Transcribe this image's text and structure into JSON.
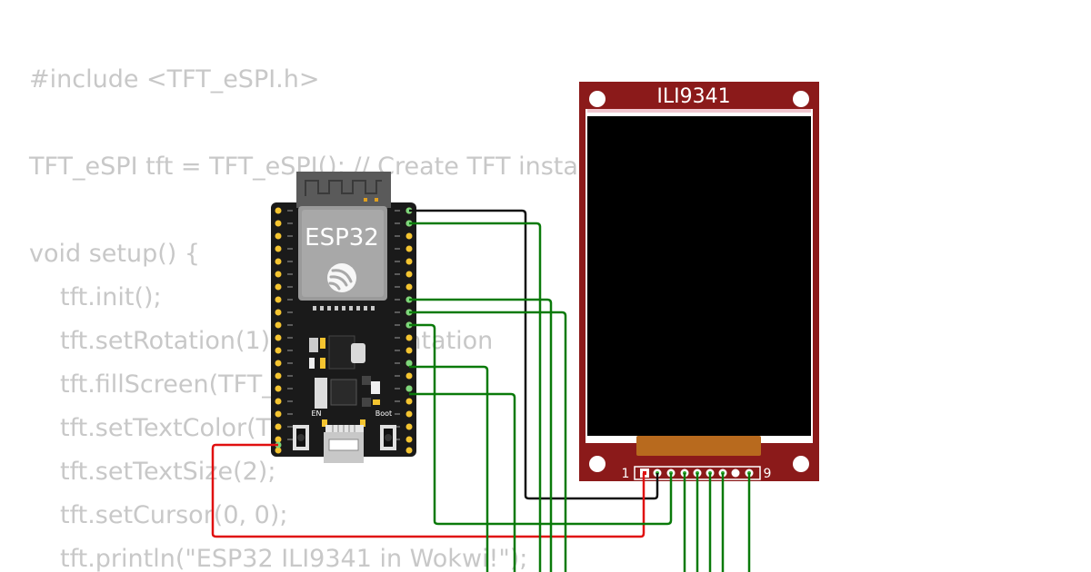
{
  "code": {
    "lines": [
      "#include <TFT_eSPI.h>",
      "",
      "TFT_eSPI tft = TFT_eSPI(); // Create TFT instance",
      "",
      "void setup() {",
      "tft.init();",
      "tft.setRotation(1); // Set orientation",
      "tft.fillScreen(TFT_BLACK);",
      "tft.setTextColor(TFT_WHITE);",
      "tft.setTextSize(2);",
      "tft.setCursor(0, 0);",
      "tft.println(\"ESP32 ILI9341 in Wokwi!\");"
    ]
  },
  "esp32": {
    "label": "ESP32",
    "en_label": "EN",
    "boot_label": "Boot"
  },
  "display": {
    "title": "ILI9341",
    "pin_first": "1",
    "pin_last": "9"
  },
  "colors": {
    "code_text": "#c8c8c8",
    "board_black": "#1a1a1a",
    "module_gray": "#5a5a5a",
    "pin_gold": "#f4c430",
    "display_red": "#8b1a1a",
    "screen_black": "#000000",
    "wire_black": "#111111",
    "wire_green": "#0a7a0a",
    "wire_red": "#e01010",
    "header_orange": "#b86a1e"
  },
  "icons": [
    "espressif-logo-icon",
    "usb-port-icon",
    "wifi-antenna-icon"
  ]
}
